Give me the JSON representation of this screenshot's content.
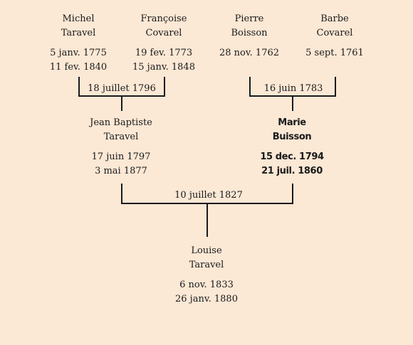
{
  "grandparents_paternal": {
    "father": {
      "first": "Michel",
      "last": "Taravel",
      "birth": "5 janv. 1775",
      "death": "11 fev. 1840"
    },
    "mother": {
      "first": "Françoise",
      "last": "Covarel",
      "birth": "19 fev. 1773",
      "death": "15 janv. 1848"
    },
    "marriage": "18 juillet 1796"
  },
  "grandparents_maternal": {
    "father": {
      "first": "Pierre",
      "last": "Boisson",
      "birth": "28 nov. 1762",
      "death": ""
    },
    "mother": {
      "first": "Barbe",
      "last": "Covarel",
      "birth": "5 sept. 1761",
      "death": ""
    },
    "marriage": "16 juin 1783"
  },
  "parents": {
    "father": {
      "first": "Jean Baptiste",
      "last": "Taravel",
      "birth": "17 juin 1797",
      "death": "3 mai 1877"
    },
    "mother": {
      "first": "Marie",
      "last": "Buisson",
      "birth": "15 dec. 1794",
      "death": "21 juil. 1860"
    },
    "marriage": "10 juillet 1827"
  },
  "child": {
    "first": "Louise",
    "last": "Taravel",
    "birth": "6 nov. 1833",
    "death": "26 janv. 1880"
  },
  "colors": {
    "background": "#fbe8d5",
    "text": "#1a1a1a",
    "lines": "#1a1a1a"
  }
}
